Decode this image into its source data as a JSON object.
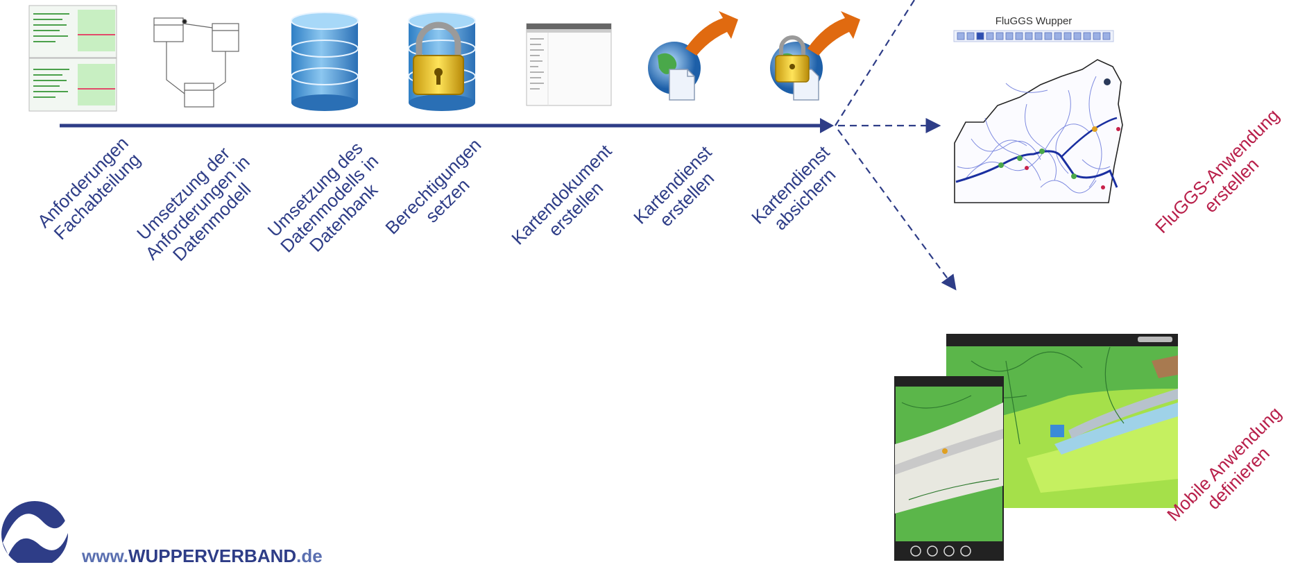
{
  "steps": [
    {
      "lines": [
        "Anforderungen",
        "Fachabteilung"
      ]
    },
    {
      "lines": [
        "Umsetzung der",
        "Anforderungen in",
        "Datenmodell"
      ]
    },
    {
      "lines": [
        "Umsetzung des",
        "Datenmodells in",
        "Datenbank"
      ]
    },
    {
      "lines": [
        "Berechtigungen",
        "setzen"
      ]
    },
    {
      "lines": [
        "Kartendokument",
        "erstellen"
      ]
    },
    {
      "lines": [
        "Kartendienst",
        "erstellen"
      ]
    },
    {
      "lines": [
        "Kartendienst",
        "absichern"
      ]
    }
  ],
  "outputs": {
    "web": {
      "lines": [
        "FluGGS-Anwendung",
        "erstellen"
      ],
      "map_title": "FluGGS Wupper"
    },
    "mobile": {
      "lines": [
        "Mobile Anwendung",
        "definieren"
      ]
    }
  },
  "footer": {
    "prefix": "www.",
    "brand": "WUPPERVERBAND",
    "suffix": ".de"
  },
  "colors": {
    "arrow": "#2e3d87",
    "text": "#2e3d87",
    "accent": "#b81f4a"
  },
  "icons": [
    "spreadsheet-icon",
    "uml-diagram-icon",
    "database-icon",
    "locked-database-icon",
    "map-document-icon",
    "globe-publish-icon",
    "secure-globe-publish-icon"
  ]
}
